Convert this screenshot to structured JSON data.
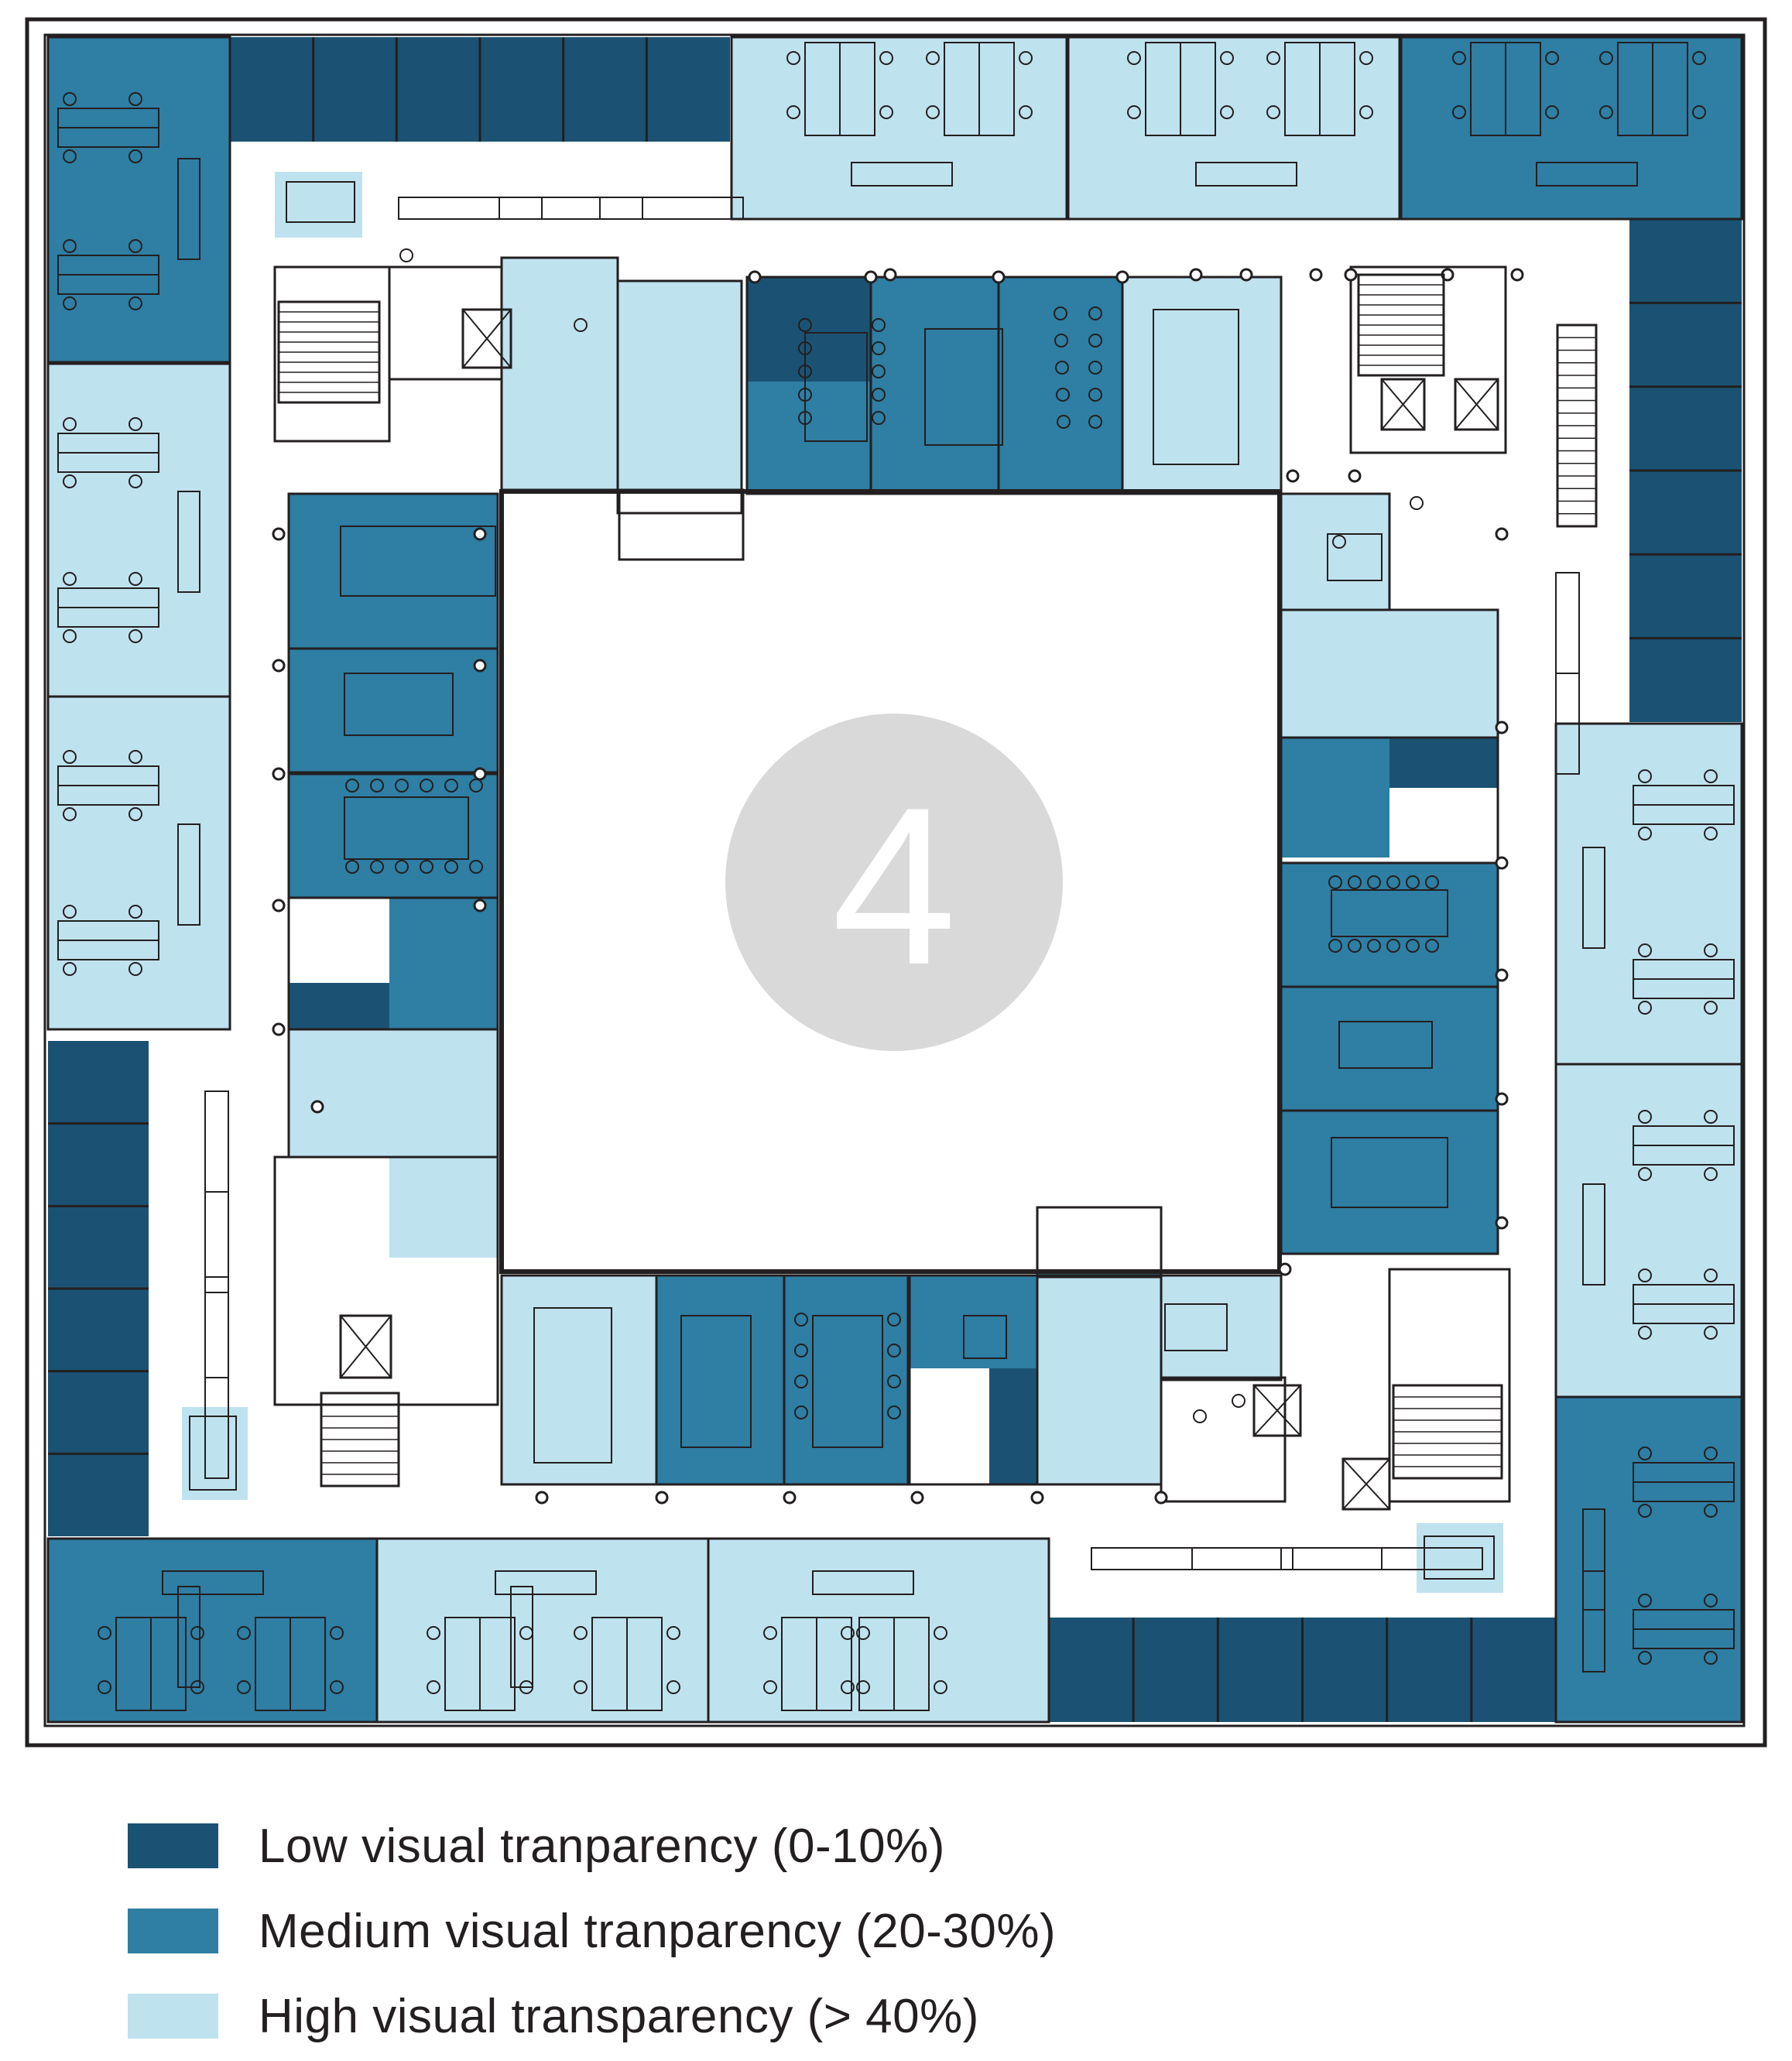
{
  "floor": {
    "number_label": "4"
  },
  "colors": {
    "low": "#1b5273",
    "medium": "#2f7ea3",
    "high": "#bfe2ef",
    "wall": "#231f20",
    "marker": "#d9d9d9",
    "marker_text": "#ffffff"
  },
  "legend": [
    {
      "key": "low",
      "label": "Low visual tranparency (0-10%)",
      "color": "#1b5273"
    },
    {
      "key": "medium",
      "label": "Medium visual tranparency (20-30%)",
      "color": "#2f7ea3"
    },
    {
      "key": "high",
      "label": "High visual transparency (> 40%)",
      "color": "#bfe2ef"
    }
  ]
}
